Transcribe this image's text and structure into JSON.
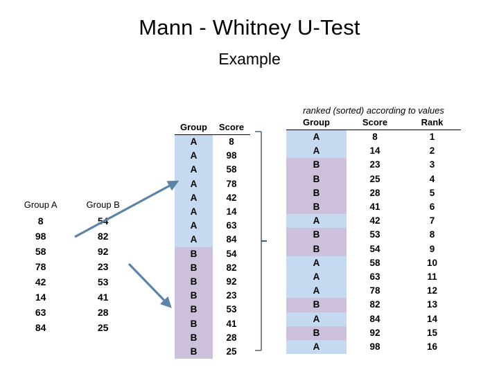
{
  "slide": {
    "title": "Mann - Whitney U-Test",
    "subtitle": "Example"
  },
  "raw_table": {
    "headers": [
      "Group A",
      "Group B"
    ],
    "group_a": [
      "8",
      "98",
      "58",
      "78",
      "42",
      "14",
      "63",
      "84"
    ],
    "group_b": [
      "54",
      "82",
      "92",
      "23",
      "53",
      "41",
      "28",
      "25"
    ]
  },
  "combined_table": {
    "headers": [
      "Group",
      "Score"
    ],
    "rows": [
      {
        "group": "A",
        "score": "8"
      },
      {
        "group": "A",
        "score": "98"
      },
      {
        "group": "A",
        "score": "58"
      },
      {
        "group": "A",
        "score": "78"
      },
      {
        "group": "A",
        "score": "42"
      },
      {
        "group": "A",
        "score": "14"
      },
      {
        "group": "A",
        "score": "63"
      },
      {
        "group": "A",
        "score": "84"
      },
      {
        "group": "B",
        "score": "54"
      },
      {
        "group": "B",
        "score": "82"
      },
      {
        "group": "B",
        "score": "92"
      },
      {
        "group": "B",
        "score": "23"
      },
      {
        "group": "B",
        "score": "53"
      },
      {
        "group": "B",
        "score": "41"
      },
      {
        "group": "B",
        "score": "28"
      },
      {
        "group": "B",
        "score": "25"
      }
    ]
  },
  "ranked_table": {
    "caption": "ranked (sorted) according to values",
    "headers": [
      "Group",
      "Score",
      "Rank"
    ],
    "rows": [
      {
        "group": "A",
        "score": "8",
        "rank": "1"
      },
      {
        "group": "A",
        "score": "14",
        "rank": "2"
      },
      {
        "group": "B",
        "score": "23",
        "rank": "3"
      },
      {
        "group": "B",
        "score": "25",
        "rank": "4"
      },
      {
        "group": "B",
        "score": "28",
        "rank": "5"
      },
      {
        "group": "B",
        "score": "41",
        "rank": "6"
      },
      {
        "group": "A",
        "score": "42",
        "rank": "7"
      },
      {
        "group": "B",
        "score": "53",
        "rank": "8"
      },
      {
        "group": "B",
        "score": "54",
        "rank": "9"
      },
      {
        "group": "A",
        "score": "58",
        "rank": "10"
      },
      {
        "group": "A",
        "score": "63",
        "rank": "11"
      },
      {
        "group": "A",
        "score": "78",
        "rank": "12"
      },
      {
        "group": "B",
        "score": "82",
        "rank": "13"
      },
      {
        "group": "A",
        "score": "84",
        "rank": "14"
      },
      {
        "group": "B",
        "score": "92",
        "rank": "15"
      },
      {
        "group": "A",
        "score": "98",
        "rank": "16"
      }
    ]
  },
  "colors": {
    "group_a_fill": "#c5d9f1",
    "group_b_fill": "#ccc0da",
    "arrow": "#5b84a8",
    "bracket": "#4a6070"
  }
}
